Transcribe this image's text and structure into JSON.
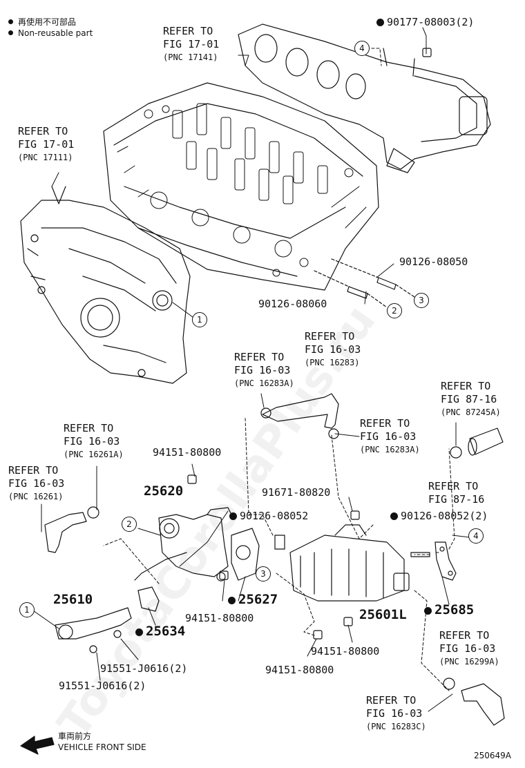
{
  "legend": {
    "line1": "再使用不可部品",
    "line2": "Non-reusable part"
  },
  "watermark": "ToyotaCorollaPlus.ru",
  "refs": [
    {
      "l1": "REFER TO",
      "l2": "FIG 17-01",
      "l3": "(PNC 17141)"
    },
    {
      "l1": "REFER TO",
      "l2": "FIG 17-01",
      "l3": "(PNC 17111)"
    },
    {
      "l1": "REFER TO",
      "l2": "FIG 16-03",
      "l3": "(PNC 16283)"
    },
    {
      "l1": "REFER TO",
      "l2": "FIG 16-03",
      "l3": "(PNC 16283A)"
    },
    {
      "l1": "REFER TO",
      "l2": "FIG 87-16",
      "l3": "(PNC 87245A)"
    },
    {
      "l1": "REFER TO",
      "l2": "FIG 16-03",
      "l3": "(PNC 16261A)"
    },
    {
      "l1": "REFER TO",
      "l2": "FIG 16-03",
      "l3": "(PNC 16283A)"
    },
    {
      "l1": "REFER TO",
      "l2": "FIG 16-03",
      "l3": "(PNC 16261)"
    },
    {
      "l1": "REFER TO",
      "l2": "FIG 87-16",
      "l3": ""
    },
    {
      "l1": "REFER TO",
      "l2": "FIG 16-03",
      "l3": "(PNC 16299A)"
    },
    {
      "l1": "REFER TO",
      "l2": "FIG 16-03",
      "l3": "(PNC 16283C)"
    }
  ],
  "parts": {
    "p90177": "90177-08003(2)",
    "p90126_08050": "90126-08050",
    "p90126_08060": "90126-08060",
    "p94151_a": "94151-80800",
    "p25620": "25620",
    "p91671": "91671-80820",
    "p90126_08052": "90126-08052",
    "p90126_08052_2": "90126-08052(2)",
    "p25627": "25627",
    "p94151_b": "94151-80800",
    "p25685": "25685",
    "p25601L": "25601L",
    "p25610": "25610",
    "p25634": "25634",
    "p94151_c": "94151-80800",
    "p94151_d": "94151-80800",
    "p91551_a": "91551-J0616(2)",
    "p91551_b": "91551-J0616(2)"
  },
  "callouts": [
    "1",
    "2",
    "3",
    "4"
  ],
  "footer": {
    "jp": "車両前方",
    "en": "VEHICLE FRONT SIDE",
    "code": "250649A"
  }
}
